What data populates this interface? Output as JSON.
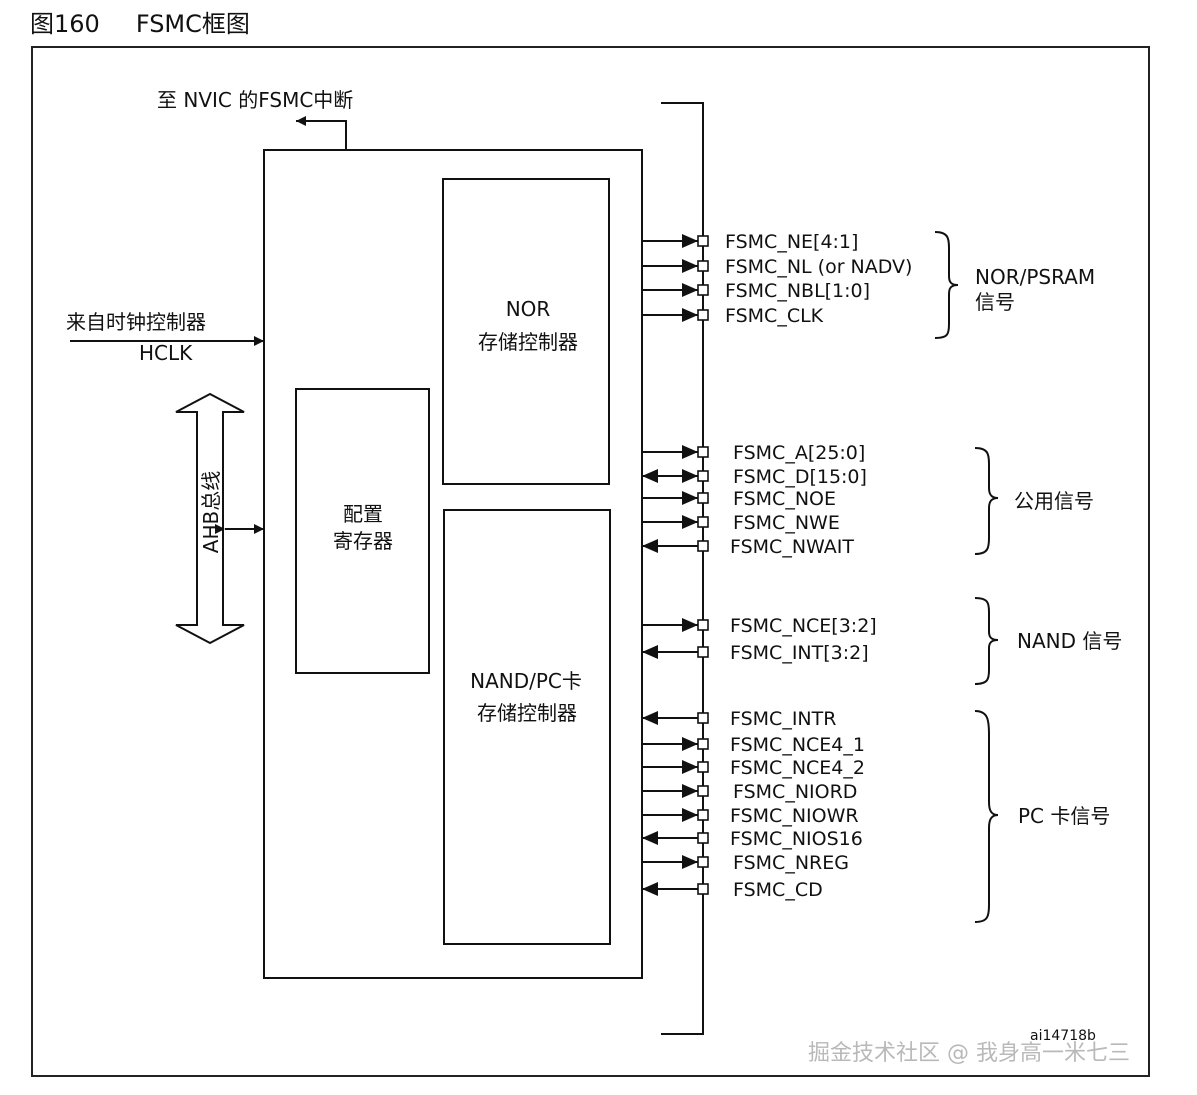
{
  "figure": {
    "number": "图160",
    "title": "FSMC框图"
  },
  "labels": {
    "nvic": "至 NVIC 的FSMC中断",
    "clock_source": "来自时钟控制器",
    "hclk": "HCLK",
    "ahb_bus": "AHB总线",
    "config_line1": "配置",
    "config_line2": "寄存器",
    "nor_line1": "NOR",
    "nor_line2": "存储控制器",
    "nand_line1": "NAND/PC卡",
    "nand_line2": "存储控制器",
    "ref_code": "ai14718b",
    "watermark": "掘金技术社区 @ 我身高一米七三"
  },
  "groups": {
    "nor_psram": {
      "line1": "NOR/PSRAM",
      "line2": "信号"
    },
    "common": "公用信号",
    "nand": "NAND 信号",
    "pc_card": "PC 卡信号"
  },
  "signals": [
    {
      "name": "FSMC_NE[4:1]",
      "direction": "out"
    },
    {
      "name": "FSMC_NL (or NADV)",
      "direction": "out"
    },
    {
      "name": "FSMC_NBL[1:0]",
      "direction": "out"
    },
    {
      "name": "FSMC_CLK",
      "direction": "out"
    },
    {
      "name": "FSMC_A[25:0]",
      "direction": "out"
    },
    {
      "name": "FSMC_D[15:0]",
      "direction": "bidir"
    },
    {
      "name": "FSMC_NOE",
      "direction": "out"
    },
    {
      "name": "FSMC_NWE",
      "direction": "out"
    },
    {
      "name": "FSMC_NWAIT",
      "direction": "in"
    },
    {
      "name": "FSMC_NCE[3:2]",
      "direction": "out"
    },
    {
      "name": "FSMC_INT[3:2]",
      "direction": "in"
    },
    {
      "name": "FSMC_INTR",
      "direction": "in"
    },
    {
      "name": "FSMC_NCE4_1",
      "direction": "out"
    },
    {
      "name": "FSMC_NCE4_2",
      "direction": "out"
    },
    {
      "name": "FSMC_NIORD",
      "direction": "out"
    },
    {
      "name": "FSMC_NIOWR",
      "direction": "out"
    },
    {
      "name": "FSMC_NIOS16",
      "direction": "in"
    },
    {
      "name": "FSMC_NREG",
      "direction": "out"
    },
    {
      "name": "FSMC_CD",
      "direction": "in"
    }
  ]
}
